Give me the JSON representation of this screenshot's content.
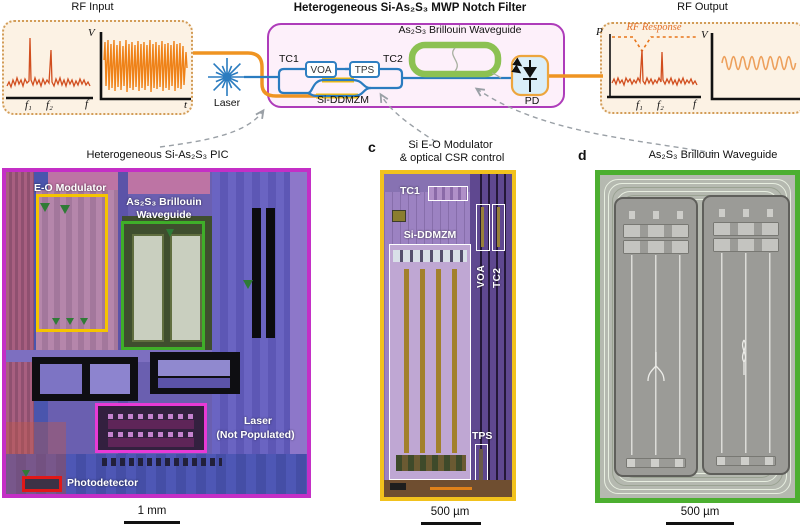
{
  "schematic": {
    "title": "Heterogeneous Si-As₂S₃ MWP Notch Filter",
    "rf_input_label": "RF Input",
    "rf_output_label": "RF Output",
    "rf_response_label": "RF Response",
    "axis": {
      "f1": "f₁",
      "f2": "f₂",
      "f": "f",
      "v": "V",
      "t": "t",
      "p": "P"
    },
    "laser_label": "Laser",
    "tc1": "TC1",
    "voa": "VOA",
    "tps": "TPS",
    "tc2": "TC2",
    "mzm": "Si-DDMZM",
    "brillouin": "As₂S₃ Brillouin Waveguide",
    "pd": "PD"
  },
  "panel_b": {
    "title": "Heterogeneous Si-As₂S₃ PIC",
    "label_eo_modulator": "E-O Modulator",
    "label_brillouin_line1": "As₂S₃ Brillouin",
    "label_brillouin_line2": "Waveguide",
    "label_laser_line1": "Laser",
    "label_laser_line2": "(Not Populated)",
    "label_photodetector": "Photodetector",
    "scale_bar": "1 mm"
  },
  "panel_c": {
    "letter": "c",
    "title_line1": "Si E-O Modulator",
    "title_line2": "& optical CSR control",
    "label_tc1": "TC1",
    "label_mzm": "Si-DDMZM",
    "label_voa": "VOA",
    "label_tc2": "TC2",
    "label_tps": "TPS",
    "scale_bar": "500 µm"
  },
  "panel_d": {
    "letter": "d",
    "title": "As₂S₃ Brillouin Waveguide",
    "scale_bar": "500 µm"
  },
  "colors": {
    "accent_orange": "#ee8a1e",
    "accent_blue": "#2a7cc0",
    "schematic_box_purple": "#ae3cba",
    "racetrack_green": "#8cc152",
    "electrode_yellow": "#f4bb0c",
    "panel_b_border": "#c42fc6",
    "panel_c_border": "#f2c21d",
    "panel_d_border": "#4caf30",
    "cream_box_fill": "#fcf2e4",
    "cream_box_border": "#d29c57"
  }
}
